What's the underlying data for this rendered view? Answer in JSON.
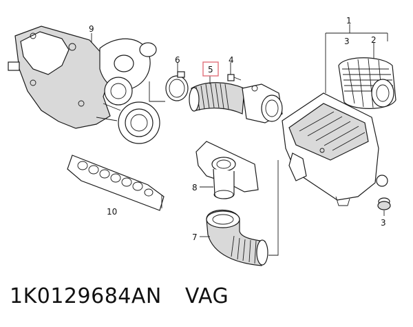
{
  "callouts": {
    "c1": "1",
    "c2": "2",
    "c3_top": "3",
    "c3_bottom": "3",
    "c4": "4",
    "c5": "5",
    "c6": "6",
    "c7": "7",
    "c8": "8",
    "c9": "9",
    "c10": "10"
  },
  "footer": {
    "part_number": "1K0129684AN",
    "brand": "VAG"
  },
  "colors": {
    "highlight": "#e0707a",
    "line": "#1a1a1a"
  }
}
